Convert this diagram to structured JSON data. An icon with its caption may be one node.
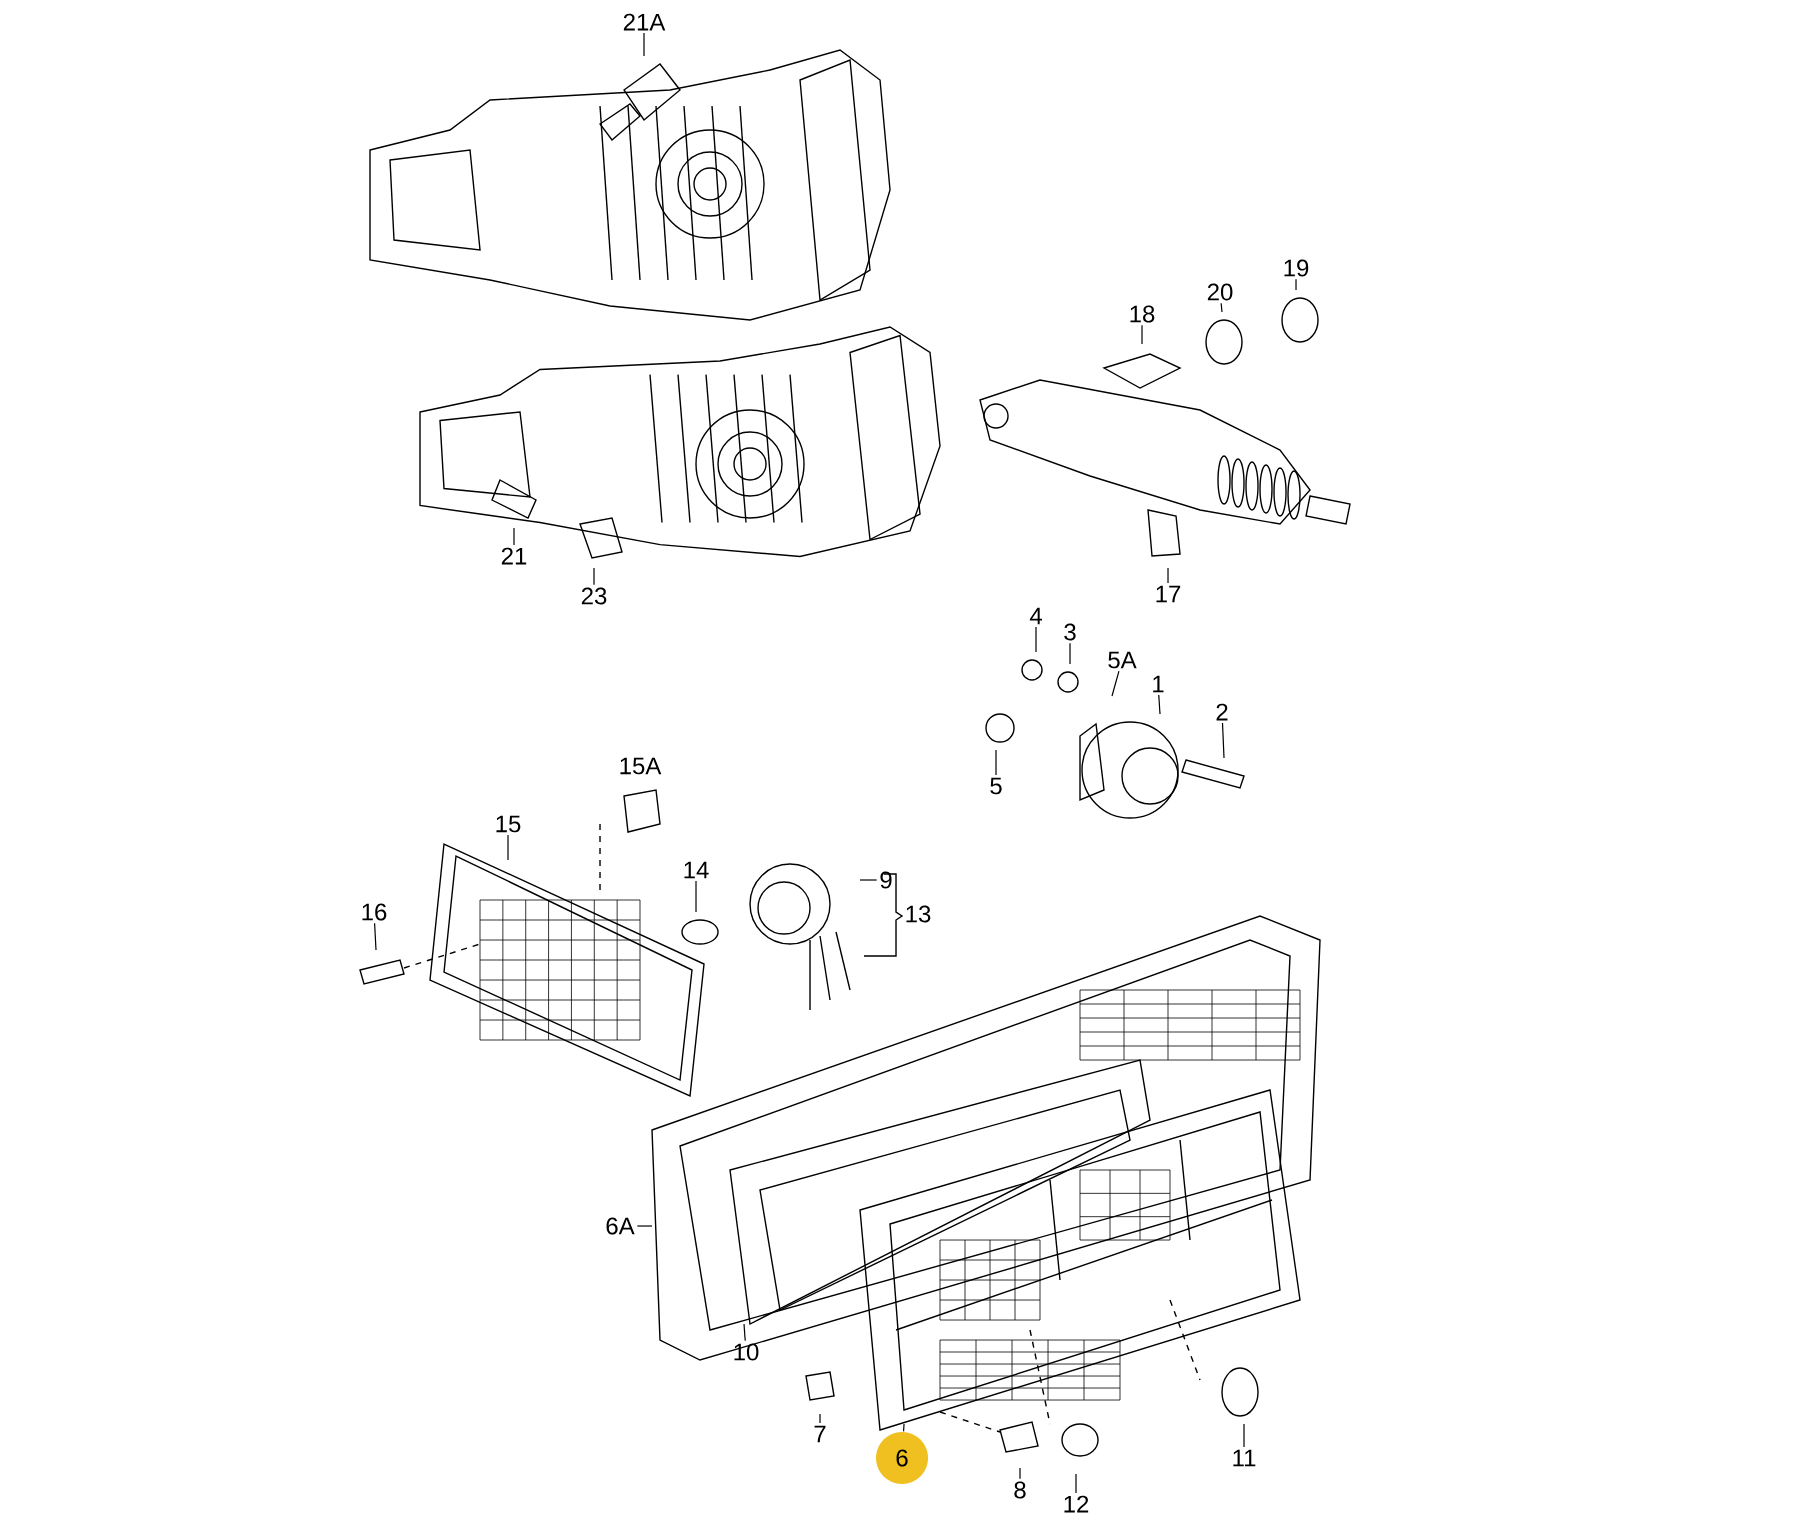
{
  "diagram": {
    "nodes": [
      {
        "text": [
          "21A"
        ]
      },
      {
        "text": [
          "19"
        ]
      },
      {
        "text": [
          "20"
        ]
      },
      {
        "text": [
          "18"
        ]
      },
      {
        "text": [
          "21"
        ]
      },
      {
        "text": [
          "23"
        ]
      },
      {
        "text": [
          "17"
        ]
      },
      {
        "text": [
          "4"
        ]
      },
      {
        "text": [
          "3"
        ]
      },
      {
        "text": [
          "5A"
        ]
      },
      {
        "text": [
          "1"
        ]
      },
      {
        "text": [
          "2"
        ]
      },
      {
        "text": [
          "5"
        ]
      },
      {
        "text": [
          "15"
        ]
      },
      {
        "text": [
          "14"
        ]
      },
      {
        "text": [
          "9"
        ]
      },
      {
        "text": [
          "16"
        ]
      },
      {
        "text": [
          "6A"
        ]
      },
      {
        "text": [
          "10"
        ]
      },
      {
        "text": [
          "7"
        ]
      },
      {
        "text": [
          "6"
        ]
      },
      {
        "text": [
          "11"
        ]
      },
      {
        "text": [
          "8"
        ]
      },
      {
        "text": [
          "12"
        ]
      }
    ],
    "edges": [
      {
        "from": 0,
        "to": null,
        "arrow": "none"
      },
      {
        "from": 1,
        "to": null,
        "arrow": "none"
      },
      {
        "from": 2,
        "to": null,
        "arrow": "none"
      },
      {
        "from": 3,
        "to": null,
        "arrow": "none"
      },
      {
        "from": 4,
        "to": null,
        "arrow": "none"
      },
      {
        "from": 5,
        "to": null,
        "arrow": "none"
      },
      {
        "from": 6,
        "to": null,
        "arrow": "none"
      },
      {
        "from": 7,
        "to": null,
        "arrow": "none"
      },
      {
        "from": 8,
        "to": null,
        "arrow": "none"
      },
      {
        "from": 9,
        "to": null,
        "arrow": "none"
      },
      {
        "from": 10,
        "to": null,
        "arrow": "none"
      },
      {
        "from": 11,
        "to": null,
        "arrow": "none"
      },
      {
        "from": 12,
        "to": null,
        "arrow": "none"
      },
      {
        "from": 13,
        "to": null,
        "arrow": "none"
      },
      {
        "from": 14,
        "to": null,
        "arrow": "none"
      },
      {
        "from": 15,
        "to": null,
        "arrow": "none"
      },
      {
        "from": 16,
        "to": null,
        "arrow": "none"
      },
      {
        "from": 17,
        "to": null,
        "arrow": "none"
      },
      {
        "from": 18,
        "to": null,
        "arrow": "none"
      },
      {
        "from": 19,
        "to": null,
        "arrow": "none"
      },
      {
        "from": 20,
        "to": null,
        "arrow": "none"
      },
      {
        "from": 21,
        "to": null,
        "arrow": "none"
      },
      {
        "from": 22,
        "to": null,
        "arrow": "none"
      },
      {
        "from": 23,
        "to": null,
        "arrow": "none"
      }
    ],
    "labels": [
      "15A",
      "13"
    ]
  }
}
